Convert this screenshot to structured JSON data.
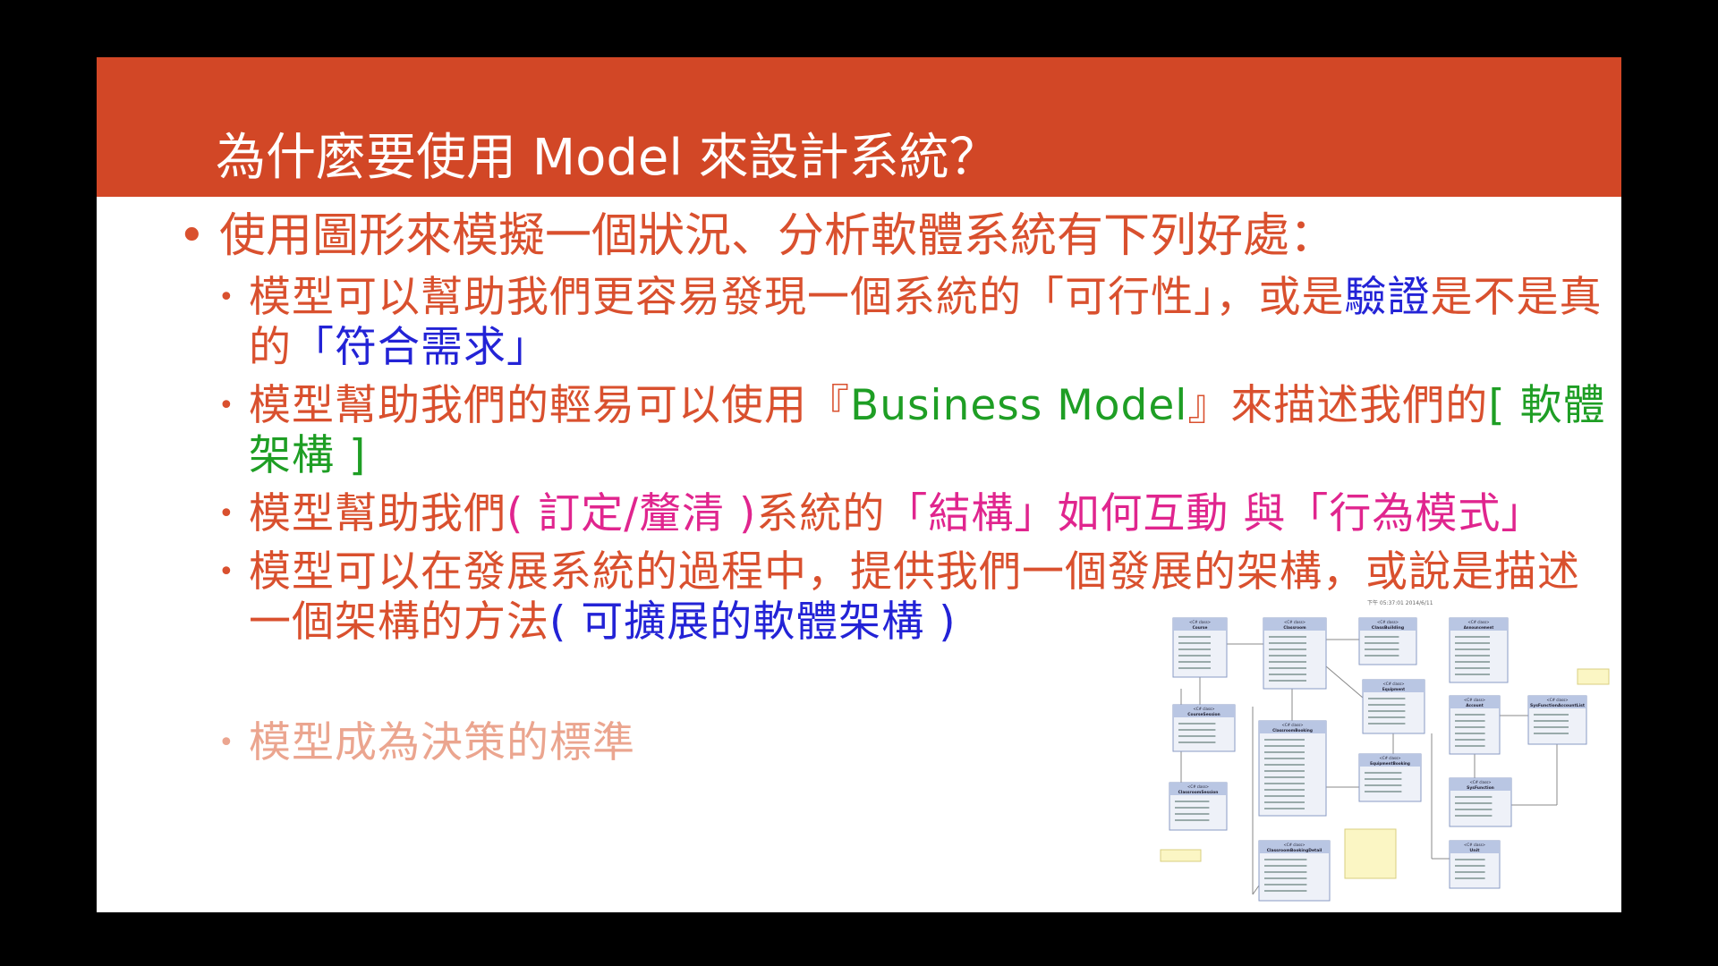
{
  "title": "為什麼要使用 Model 來設計系統？",
  "colors": {
    "header": "#D24726",
    "text": "#D9502E",
    "blue": "#2323D6",
    "green": "#1E9E24",
    "magenta": "#E0258E",
    "faded": "#EBA58F"
  },
  "main_bullet": "使用圖形來模擬一個狀況、分析軟體系統有下列好處：",
  "items": [
    {
      "segments": [
        {
          "text": "模型可以幫助我們更容易發現一個系統的「可行性」，或是",
          "color": "text"
        },
        {
          "text": "驗證",
          "color": "blue"
        },
        {
          "text": "是不是真的",
          "color": "text"
        },
        {
          "text": "「符合需求」",
          "color": "blue"
        }
      ]
    },
    {
      "segments": [
        {
          "text": "模型幫助我們的輕易可以使用『",
          "color": "text"
        },
        {
          "text": "Business Model",
          "color": "green"
        },
        {
          "text": "』來描述我們的",
          "color": "text"
        },
        {
          "text": "[ 軟體架構 ]",
          "color": "green"
        }
      ]
    },
    {
      "segments": [
        {
          "text": "模型幫助我們",
          "color": "text"
        },
        {
          "text": "( 訂定/釐清 )",
          "color": "magenta"
        },
        {
          "text": "系統的",
          "color": "text"
        },
        {
          "text": "「結構」如何互動 與「行為模式」",
          "color": "magenta"
        }
      ]
    },
    {
      "segments": [
        {
          "text": "模型可以在發展系統的過程中，提供我們一個發展的架構，或說是描述一個架構的方法",
          "color": "text"
        },
        {
          "text": "( 可擴展的軟體架構 )",
          "color": "blue"
        }
      ]
    },
    {
      "segments": [
        {
          "text": "模型成為決策的標準",
          "color": "faded"
        }
      ]
    }
  ],
  "diagram": {
    "timestamp": "下午 05:37:01 2014/6/11",
    "stereotype": "<C# class>",
    "classes": [
      "Course",
      "Classroom",
      "ClassBuilding",
      "Announcement",
      "Equipment",
      "CourseSession",
      "ClassroomBooking",
      "EquipmentBooking",
      "ClassroomSession",
      "ClassroomBookingDetail",
      "Account",
      "SysFunctionAccountList",
      "SysFunction",
      "Unit"
    ]
  }
}
